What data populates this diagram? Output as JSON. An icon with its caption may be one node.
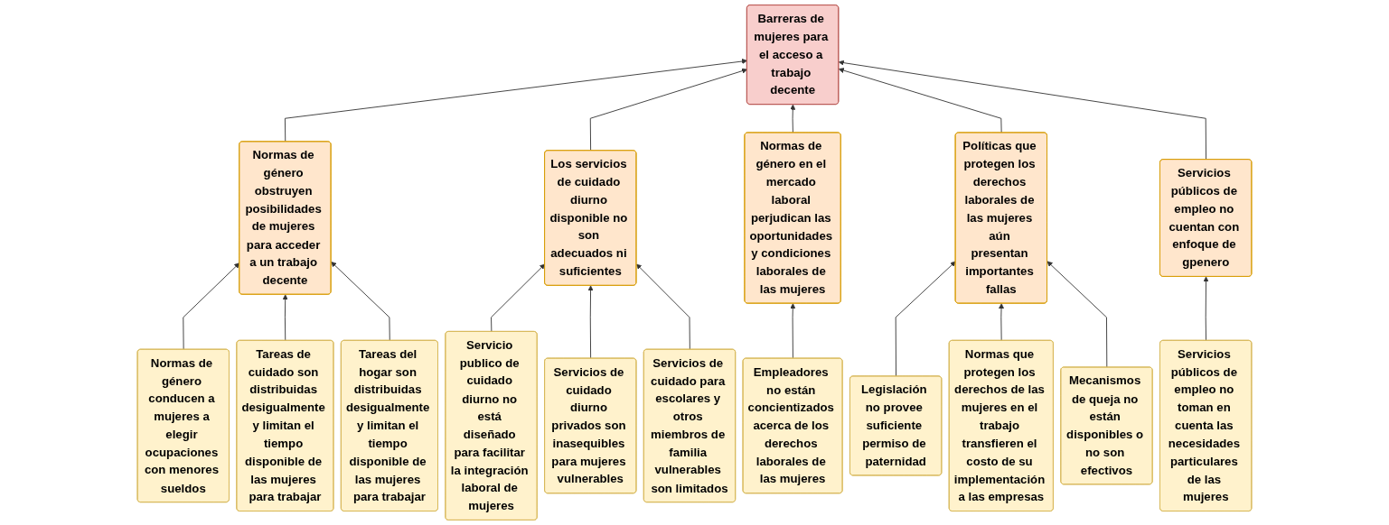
{
  "diagram": {
    "nodes": [
      {
        "text": [
          "Barreras de mujeres para el acceso a trabajo decente"
        ]
      },
      {
        "text": [
          "Normas de género obstruyen posibilidades de mujeres para acceder a un trabajo decente"
        ]
      },
      {
        "text": [
          "Los servicios de cuidado diurno disponible no son adecuados ni suficientes"
        ]
      },
      {
        "text": [
          "Normas de género en el mercado laboral perjudican las oportunidades y condiciones laborales de las mujeres"
        ]
      },
      {
        "text": [
          "Políticas que protegen los derechos laborales de las mujeres aún presentan importantes fallas"
        ]
      },
      {
        "text": [
          "Servicios públicos de empleo no cuentan con enfoque de gpenero"
        ]
      },
      {
        "text": [
          "Normas de género conducen a mujeres a elegir ocupaciones con menores sueldos"
        ]
      },
      {
        "text": [
          "Tareas de cuidado son distribuidas desigualmente y limitan el tiempo disponible de las mujeres para trabajar"
        ]
      },
      {
        "text": [
          "Tareas del hogar son distribuidas desigualmente y limitan el tiempo disponible de las mujeres para trabajar"
        ]
      },
      {
        "text": [
          "Servicio publico de cuidado diurno no está diseñado para facilitar la integración laboral de mujeres"
        ]
      },
      {
        "text": [
          "Servicios de cuidado diurno privados son inasequibles para mujeres vulnerables"
        ]
      },
      {
        "text": [
          "Servicios de cuidado para escolares y otros miembros de familia vulnerables son limitados"
        ]
      },
      {
        "text": [
          "Empleadores no están concientizados acerca de los derechos laborales de las mujeres"
        ]
      },
      {
        "text": [
          "Legislación no provee suficiente permiso de paternidad"
        ]
      },
      {
        "text": [
          "Normas que protegen los derechos de las mujeres en el trabajo transfieren el costo de su implementación a las empresas"
        ]
      },
      {
        "text": [
          "Mecanismos de queja no están disponibles o no son efectivos"
        ]
      },
      {
        "text": [
          "Servicios públicos de empleo no toman en cuenta las necesidades particulares de las mujeres"
        ]
      }
    ],
    "edges": [
      {
        "from": 1,
        "to": 0,
        "arrow": "to"
      },
      {
        "from": 2,
        "to": 0,
        "arrow": "to"
      },
      {
        "from": 3,
        "to": 0,
        "arrow": "to"
      },
      {
        "from": 4,
        "to": 0,
        "arrow": "to"
      },
      {
        "from": 5,
        "to": 0,
        "arrow": "to"
      },
      {
        "from": 6,
        "to": 1,
        "arrow": "to"
      },
      {
        "from": 7,
        "to": 1,
        "arrow": "to"
      },
      {
        "from": 8,
        "to": 1,
        "arrow": "to"
      },
      {
        "from": 9,
        "to": 2,
        "arrow": "to"
      },
      {
        "from": 10,
        "to": 2,
        "arrow": "to"
      },
      {
        "from": 11,
        "to": 2,
        "arrow": "to"
      },
      {
        "from": 12,
        "to": 3,
        "arrow": "to"
      },
      {
        "from": 13,
        "to": 4,
        "arrow": "to"
      },
      {
        "from": 14,
        "to": 4,
        "arrow": "to"
      },
      {
        "from": 15,
        "to": 4,
        "arrow": "to"
      },
      {
        "from": 16,
        "to": 5,
        "arrow": "to"
      }
    ]
  }
}
